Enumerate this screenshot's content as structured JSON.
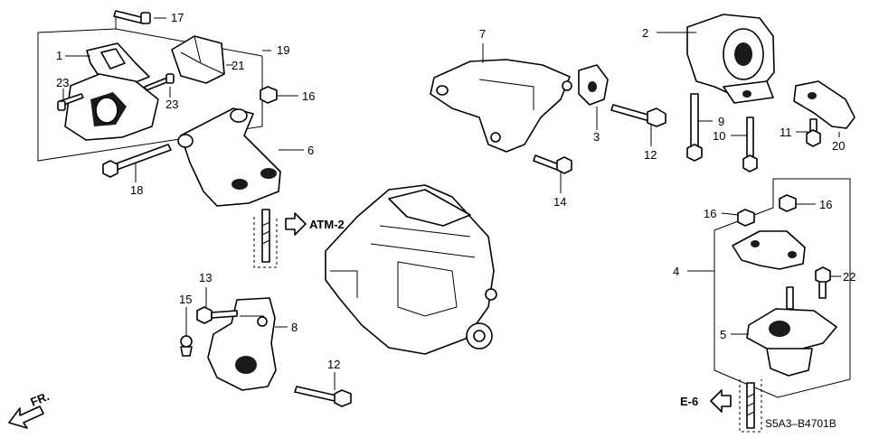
{
  "callouts": {
    "c1": "1",
    "c2": "2",
    "c3": "3",
    "c4": "4",
    "c5": "5",
    "c6": "6",
    "c7": "7",
    "c8": "8",
    "c9": "9",
    "c10": "10",
    "c11": "11",
    "c12a": "12",
    "c12b": "12",
    "c13": "13",
    "c14": "14",
    "c15": "15",
    "c16a": "16",
    "c16b": "16",
    "c16c": "16",
    "c17": "17",
    "c18": "18",
    "c19": "19",
    "c20": "20",
    "c21": "21",
    "c22": "22",
    "c23a": "23",
    "c23b": "23"
  },
  "refs": {
    "atm": "ATM-2",
    "e6": "E-6",
    "front": "FR."
  },
  "diagram_code": "S5A3–B4701B"
}
